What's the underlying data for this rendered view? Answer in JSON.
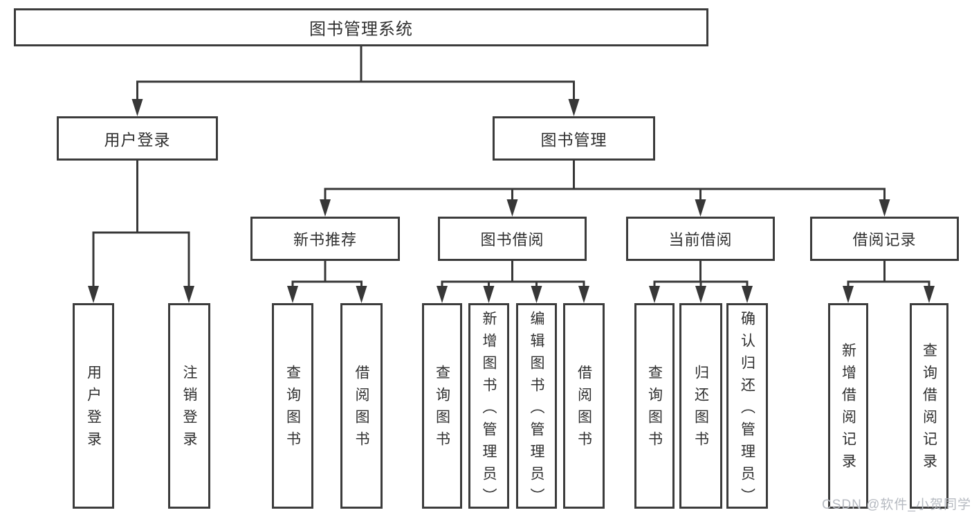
{
  "colors": {
    "bg": "#ffffff",
    "line": "#373737",
    "box-border": "#3c3c3c",
    "box-bg": "#ffffff",
    "text": "#2f2f2f",
    "watermark": "#b6bac1"
  },
  "watermark": {
    "text": "CSDN @软件_小贺同学"
  },
  "tree": {
    "label": "图书管理系统",
    "children": [
      {
        "label": "用户登录",
        "children": [
          {
            "label": "用户登录"
          },
          {
            "label": "注销登录"
          }
        ]
      },
      {
        "label": "图书管理",
        "children": [
          {
            "label": "新书推荐",
            "children": [
              {
                "label": "查询图书"
              },
              {
                "label": "借阅图书"
              }
            ]
          },
          {
            "label": "图书借阅",
            "children": [
              {
                "label": "查询图书"
              },
              {
                "label": "新增图书（管理员）"
              },
              {
                "label": "编辑图书（管理员）"
              },
              {
                "label": "借阅图书"
              }
            ]
          },
          {
            "label": "当前借阅",
            "children": [
              {
                "label": "查询图书"
              },
              {
                "label": "归还图书"
              },
              {
                "label": "确认归还（管理员）"
              }
            ]
          },
          {
            "label": "借阅记录",
            "children": [
              {
                "label": "新增借阅记录"
              },
              {
                "label": "查询借阅记录"
              }
            ]
          }
        ]
      }
    ]
  }
}
